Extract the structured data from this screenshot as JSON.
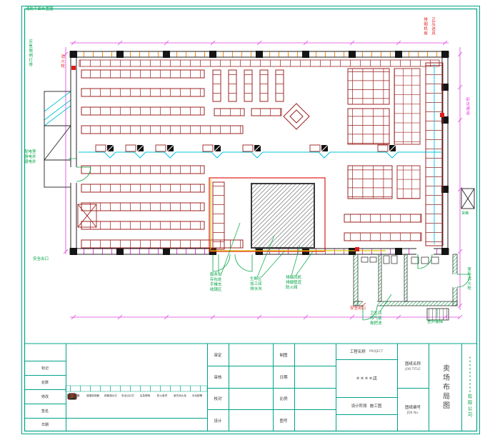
{
  "colors": {
    "frame_green": "#00a389",
    "shelf_maroon": "#9c2121",
    "cyan": "#00c3d9",
    "magenta": "#e040e0",
    "annotation_green": "#00a344",
    "alarm_red": "#e01b1b",
    "yellow": "#d9c400",
    "hatch_gray": "#909090"
  },
  "annotations": [
    {
      "text": "消防平面布置图"
    },
    {
      "text": "应急照明灯带"
    },
    {
      "text": "消火栓"
    },
    {
      "text": "配电室\n强电井\n弱电井"
    },
    {
      "text": "安全出口"
    },
    {
      "text": "服务台\n存包处\n手推车\n收银区"
    },
    {
      "text": "生鲜区\n加工间\n排水沟"
    },
    {
      "text": "排烟风机\n排烟管道\n防火阀"
    },
    {
      "text": "卫生间\n排气扇\n拖把池"
    },
    {
      "text": "安全出口"
    },
    {
      "text": "室外楼梯"
    },
    {
      "text": "货梯"
    },
    {
      "text": "排烟机房"
    },
    {
      "text": "正压送风"
    },
    {
      "text": "卸货通道"
    },
    {
      "text": "室外消火栓"
    }
  ],
  "legend": {
    "items": [
      {
        "label": "灭火器"
      },
      {
        "label": "感烟探测器"
      },
      {
        "label": "疏散指示灯"
      },
      {
        "label": "安全出口灯"
      },
      {
        "label": "应急照明"
      },
      {
        "label": "防火卷帘"
      },
      {
        "label": "室内消火栓"
      },
      {
        "label": "手动报警"
      }
    ]
  },
  "titleblock": {
    "company": "**********有限公司",
    "name_label": "图纸名称",
    "name_sub": "JOB TITLE",
    "no_label": "图纸编号",
    "no_sub": "JOB No.",
    "drawing_title": "卖场布局图",
    "project_label": "工程名称",
    "project_sub": "PROJECT",
    "project_value": "＊＊＊＊店",
    "stage_label": "设计阶段",
    "stage_value": "施工图",
    "staff": {
      "r1a": "审定",
      "r1b": "制图",
      "r2a": "审核",
      "r2b": "日期",
      "r3a": "校对",
      "r3b": "比例",
      "r4a": "设计",
      "r4b": "图号"
    },
    "rev_rows": [
      "标记",
      "处数",
      "修改",
      "签名",
      "日期"
    ]
  }
}
